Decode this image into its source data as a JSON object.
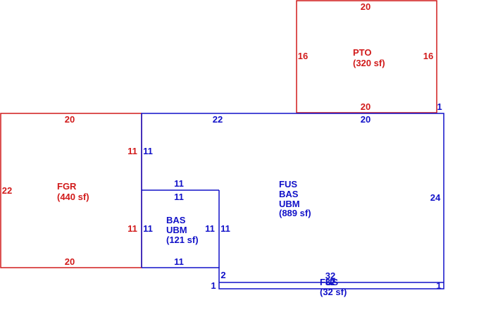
{
  "colors": {
    "existing": "#d11a1a",
    "main": "#1010c8"
  },
  "areas": {
    "pto": {
      "code": "PTO",
      "area": "(320 sf)"
    },
    "fgr": {
      "code": "FGR",
      "area": "(440 sf)"
    },
    "main": {
      "codes": [
        "FUS",
        "BAS",
        "UBM"
      ],
      "area": "(889 sf)"
    },
    "bas_ubm": {
      "codes": [
        "BAS",
        "UBM"
      ],
      "area": "(121 sf)"
    },
    "fus_strip": {
      "code": "FUS",
      "area": "(32 sf)"
    }
  },
  "dimensions": {
    "pto_top": "20",
    "pto_left": "16",
    "pto_right": "16",
    "pto_bottom": "20",
    "pto_offset": "1",
    "fgr_top": "20",
    "fgr_left": "22",
    "fgr_right_upper": "11",
    "fgr_right_lower": "11",
    "fgr_bottom": "20",
    "main_top_left": "22",
    "main_top_right": "20",
    "main_right": "24",
    "main_left_upper": "11",
    "main_left_lower": "11",
    "bas_top_outer": "11",
    "bas_top_inner": "11",
    "bas_right_inner": "11",
    "bas_right_outer": "11",
    "bas_bottom": "11",
    "strip_left_upper": "2",
    "strip_left_lower": "1",
    "strip_right": "1",
    "strip_top": "32",
    "strip_bottom": "32"
  }
}
